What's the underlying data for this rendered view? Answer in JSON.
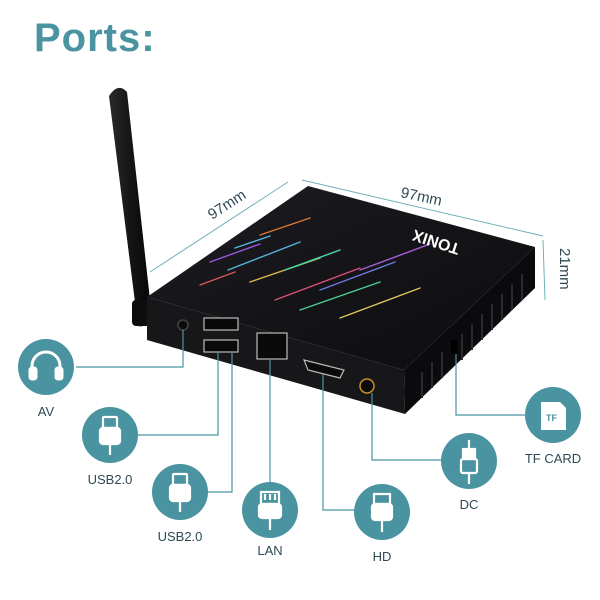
{
  "title": "Ports:",
  "brand": "TONIX",
  "dimensions": {
    "width": "97mm",
    "depth": "97mm",
    "height": "21mm"
  },
  "colors": {
    "accent": "#4a93a0",
    "device_body": "#121214",
    "label_text": "#2e4a55"
  },
  "ports": [
    {
      "label": "AV",
      "icon": "headphones-icon"
    },
    {
      "label": "USB2.0",
      "icon": "usb-plug-icon"
    },
    {
      "label": "USB2.0",
      "icon": "usb-plug-icon"
    },
    {
      "label": "LAN",
      "icon": "ethernet-plug-icon"
    },
    {
      "label": "HD",
      "icon": "hdmi-plug-icon"
    },
    {
      "label": "DC",
      "icon": "dc-plug-icon"
    },
    {
      "label": "TF CARD",
      "icon": "tf-card-icon"
    }
  ],
  "tf_card_icon_text": "TF"
}
